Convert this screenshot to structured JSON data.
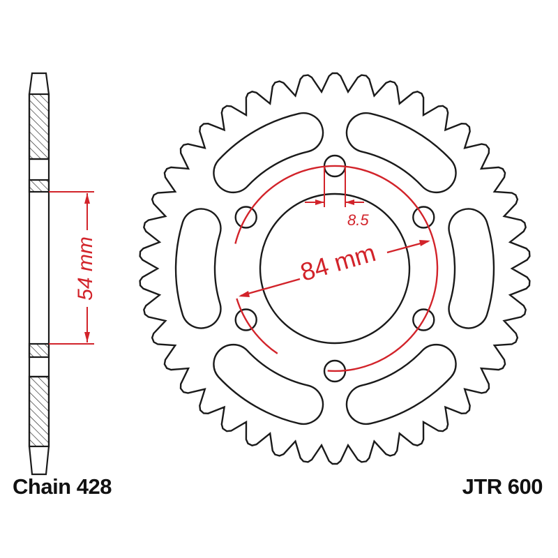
{
  "diagram": {
    "chain_label": "Chain 428",
    "part_label": "JTR 600",
    "hub_width_label": "54 mm",
    "bolt_circle_label": "84 mm",
    "bolt_hole_label": "8.5",
    "teeth": 42,
    "bolt_holes": 6,
    "lightening_slots": 6,
    "colors": {
      "outline": "#1a1a1a",
      "dimension": "#d2232a",
      "background": "#ffffff"
    }
  }
}
